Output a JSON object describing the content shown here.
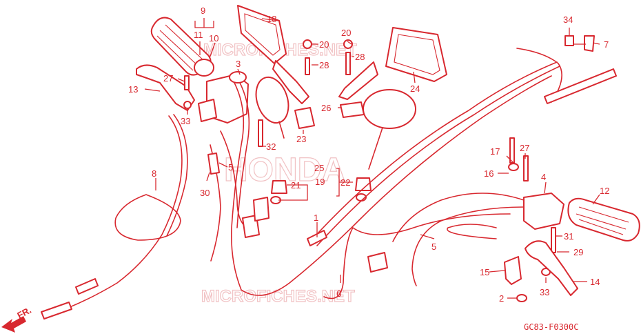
{
  "watermarks": {
    "site_top": "MICROFICHES.NET",
    "brand": "HONDA",
    "site_bottom": "MICROFICHES.NET"
  },
  "direction_marker": "FR.",
  "diagram_code": "GC83-F0300C",
  "colors": {
    "line": "#d8282f",
    "watermark": "#f1c2c4",
    "background": "#ffffff"
  },
  "callouts": {
    "c1": "1",
    "c2": "2",
    "c3": "3",
    "c4": "4",
    "c5a": "5",
    "c5b": "5",
    "c6": "6",
    "c7": "7",
    "c8": "8",
    "c9": "9",
    "c10": "10",
    "c11": "11",
    "c12": "12",
    "c13": "13",
    "c14": "14",
    "c15": "15",
    "c16": "16",
    "c17": "17",
    "c18": "18",
    "c19": "19",
    "c20a": "20",
    "c20b": "20",
    "c21": "21",
    "c22": "22",
    "c23": "23",
    "c24": "24",
    "c25": "25",
    "c26": "26",
    "c27a": "27",
    "c27b": "27",
    "c28a": "28",
    "c28b": "28",
    "c29": "29",
    "c30": "30",
    "c31": "31",
    "c32": "32",
    "c33a": "33",
    "c33b": "33",
    "c34": "34"
  }
}
